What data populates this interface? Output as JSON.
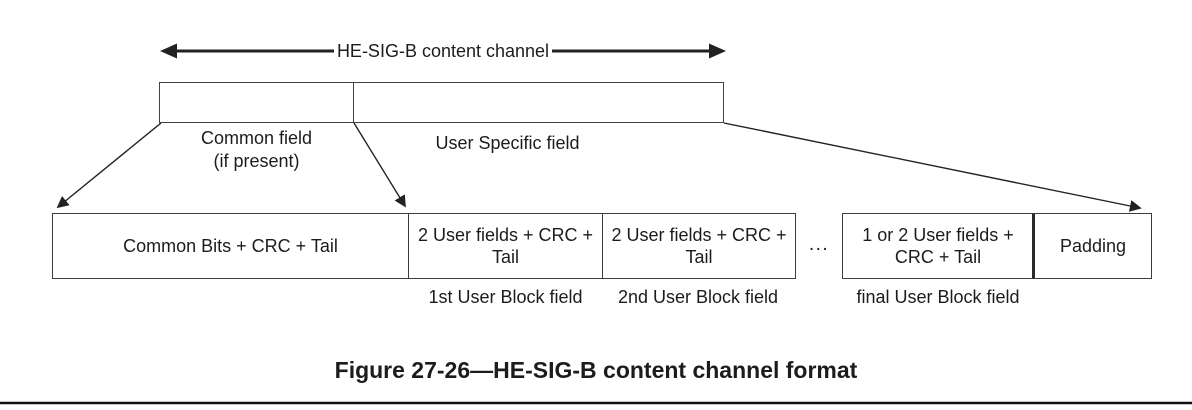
{
  "figure": {
    "top_arrow_label": "HE-SIG-B content channel",
    "top_fields": {
      "common_line1": "Common field",
      "common_line2": "(if present)",
      "user_specific": "User Specific field"
    },
    "bottom_cells": {
      "common": "Common Bits + CRC + Tail",
      "block1": "2 User fields + CRC + Tail",
      "block2": "2 User fields + CRC + Tail",
      "final": "1 or 2 User fields + CRC + Tail",
      "padding": "Padding"
    },
    "ellipsis": "...",
    "sublabels": {
      "block1": "1st User Block field",
      "block2": "2nd User Block field",
      "final": "final User Block field"
    },
    "caption": "Figure 27-26—HE-SIG-B content channel format"
  },
  "colors": {
    "line": "#3d3d3d",
    "arrow": "#222222",
    "text": "#1c1c1c",
    "background": "#ffffff"
  }
}
